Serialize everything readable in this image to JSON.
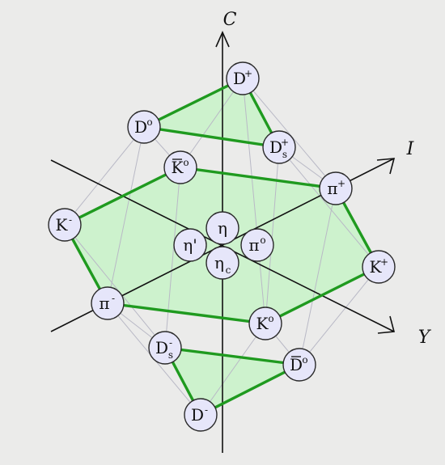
{
  "axes": {
    "c": {
      "label": "C"
    },
    "i": {
      "label": "I"
    },
    "y": {
      "label": "Y"
    }
  },
  "colors": {
    "background": "#ebebea",
    "face_fill": "#c8f3c8",
    "edge_green": "#1f9a1f",
    "wire_gray": "#b9b9c6",
    "node_fill": "#e6e6fa",
    "node_stroke": "#2a2a2a",
    "axis_black": "#111111"
  },
  "mesons": [
    {
      "id": "Dp",
      "base": "D",
      "sup": "+",
      "sub": "",
      "bar": false
    },
    {
      "id": "D0",
      "base": "D",
      "sup": "o",
      "sub": "",
      "bar": false
    },
    {
      "id": "Dsp",
      "base": "D",
      "sup": "+",
      "sub": "s",
      "bar": false
    },
    {
      "id": "K0bar",
      "base": "K",
      "sup": "o",
      "sub": "",
      "bar": true
    },
    {
      "id": "pip",
      "base": "π",
      "sup": "+",
      "sub": "",
      "bar": false
    },
    {
      "id": "Km",
      "base": "K",
      "sup": "-",
      "sub": "",
      "bar": false
    },
    {
      "id": "eta",
      "base": "η",
      "sup": "",
      "sub": "",
      "bar": false
    },
    {
      "id": "etap",
      "base": "η'",
      "sup": "",
      "sub": "",
      "bar": false
    },
    {
      "id": "pi0",
      "base": "π",
      "sup": "o",
      "sub": "",
      "bar": false
    },
    {
      "id": "etac",
      "base": "η",
      "sup": "",
      "sub": "c",
      "bar": false
    },
    {
      "id": "Kp",
      "base": "K",
      "sup": "+",
      "sub": "",
      "bar": false
    },
    {
      "id": "pim",
      "base": "π",
      "sup": "-",
      "sub": "",
      "bar": false
    },
    {
      "id": "K0",
      "base": "K",
      "sup": "o",
      "sub": "",
      "bar": false
    },
    {
      "id": "Dsm",
      "base": "D",
      "sup": "-",
      "sub": "s",
      "bar": false
    },
    {
      "id": "D0bar",
      "base": "D",
      "sup": "o",
      "sub": "",
      "bar": true
    },
    {
      "id": "Dm",
      "base": "D",
      "sup": "-",
      "sub": "",
      "bar": false
    }
  ]
}
